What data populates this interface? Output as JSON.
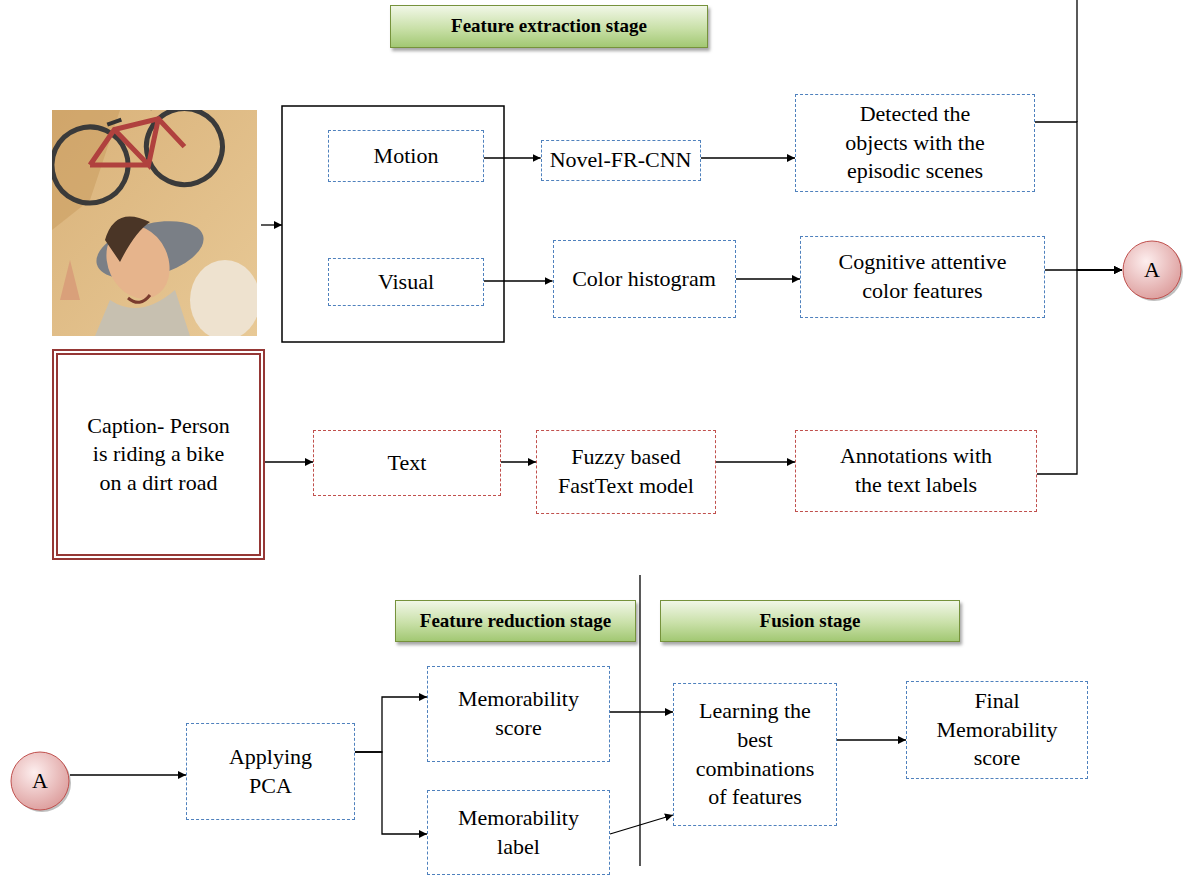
{
  "diagram": {
    "nodes": [
      {
        "text": [
          "Feature extraction stage"
        ]
      },
      {
        "text": [
          "Motion"
        ]
      },
      {
        "text": [
          "Novel-FR-CNN"
        ]
      },
      {
        "text": [
          "Detected the objects with the episodic scenes"
        ]
      },
      {
        "text": [
          "Visual"
        ]
      },
      {
        "text": [
          "Color histogram"
        ]
      },
      {
        "text": [
          "Cognitive attentive color features"
        ]
      },
      {
        "text": [
          "A"
        ]
      },
      {
        "text": [
          "Caption- Person is riding a bike on a dirt road"
        ]
      },
      {
        "text": [
          "Text"
        ]
      },
      {
        "text": [
          "Fuzzy based FastText model"
        ]
      },
      {
        "text": [
          "Annotations with the text labels"
        ]
      },
      {
        "text": [
          "Feature reduction stage"
        ]
      },
      {
        "text": [
          "Fusion stage"
        ]
      },
      {
        "text": [
          "A"
        ]
      },
      {
        "text": [
          "Applying PCA"
        ]
      },
      {
        "text": [
          "Memorability score"
        ]
      },
      {
        "text": [
          "Memorability label"
        ]
      },
      {
        "text": [
          "Learning the best combinations of features"
        ]
      },
      {
        "text": [
          "Final Memorability score"
        ]
      }
    ],
    "edges": [
      {
        "from": 1,
        "to": 2,
        "arrow": "to"
      },
      {
        "from": 2,
        "to": 3,
        "arrow": "to"
      },
      {
        "from": 4,
        "to": 5,
        "arrow": "to"
      },
      {
        "from": 5,
        "to": 6,
        "arrow": "to"
      },
      {
        "from": 3,
        "to": 7,
        "arrow": "to"
      },
      {
        "from": 6,
        "to": 7,
        "arrow": "to"
      },
      {
        "from": 11,
        "to": 7,
        "arrow": "to"
      },
      {
        "from": 8,
        "to": 9,
        "arrow": "to"
      },
      {
        "from": 9,
        "to": 10,
        "arrow": "to"
      },
      {
        "from": 10,
        "to": 11,
        "arrow": "to"
      },
      {
        "from": 14,
        "to": 15,
        "arrow": "to"
      },
      {
        "from": 15,
        "to": 16,
        "arrow": "to"
      },
      {
        "from": 15,
        "to": 17,
        "arrow": "to"
      },
      {
        "from": 16,
        "to": 18,
        "arrow": "to"
      },
      {
        "from": 17,
        "to": 18,
        "arrow": "to"
      },
      {
        "from": 18,
        "to": 19,
        "arrow": "to"
      }
    ]
  }
}
